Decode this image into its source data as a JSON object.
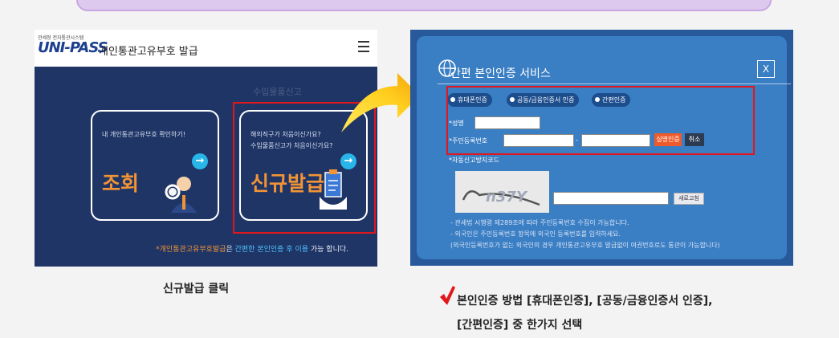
{
  "left": {
    "logo_small": "관세청 전자통관시스템",
    "logo": "UNI-PASS",
    "header_title": "개인통관고유부호 발급",
    "bg_text": "수입물품신고",
    "card_lookup": {
      "desc": "내 개인통관고유부호 확인하기!",
      "title": "조회"
    },
    "card_new": {
      "desc1": "해외직구가 처음이신가요?",
      "desc2": "수입물품신고가 처음이신가요?",
      "title": "신규발급"
    },
    "footer": {
      "part1": "*개인통관고유부호발급",
      "part2": "은 ",
      "part3": "간편한 본인인증 후 이용",
      "part4": " 가능 합니다."
    }
  },
  "right": {
    "title": "간편 본인인증 서비스",
    "close": "X",
    "auth_options": [
      "휴대폰인증",
      "공동/금융인증서 인증",
      "간편인증"
    ],
    "name_label": "*성명",
    "rrn_label": "*주민등록번호",
    "dash": "-",
    "verify_btn": "실명인증",
    "cancel_btn": "취소",
    "captcha_label": "*자동신고방지코드",
    "captcha_text": "n37Y",
    "refresh_btn": "새로고침",
    "notes": [
      "- 관세법 시행령 제289조에 따라 주민등록번호 수집이 가능합니다.",
      "- 외국인은 주민등록번호 항목에 외국인 등록번호를 입력하세요.",
      "(외국인등록번호가 없는 외국인의 경우 개인통관고유부호 발급없이 여권번호로도 통관이 가능합니다)"
    ]
  },
  "captions": {
    "left": "신규발급  클릭",
    "right_line1": "본인인증 방법 [휴대폰인증], [공동/금융인증서 인증],",
    "right_line2": "[간편인증] 중 한가지 선택"
  },
  "colors": {
    "accent_orange": "#f29436",
    "highlight_red": "#e3161c",
    "check_red": "#e3161c",
    "left_bg": "#1f3566",
    "right_bg": "#3a7ec4"
  }
}
